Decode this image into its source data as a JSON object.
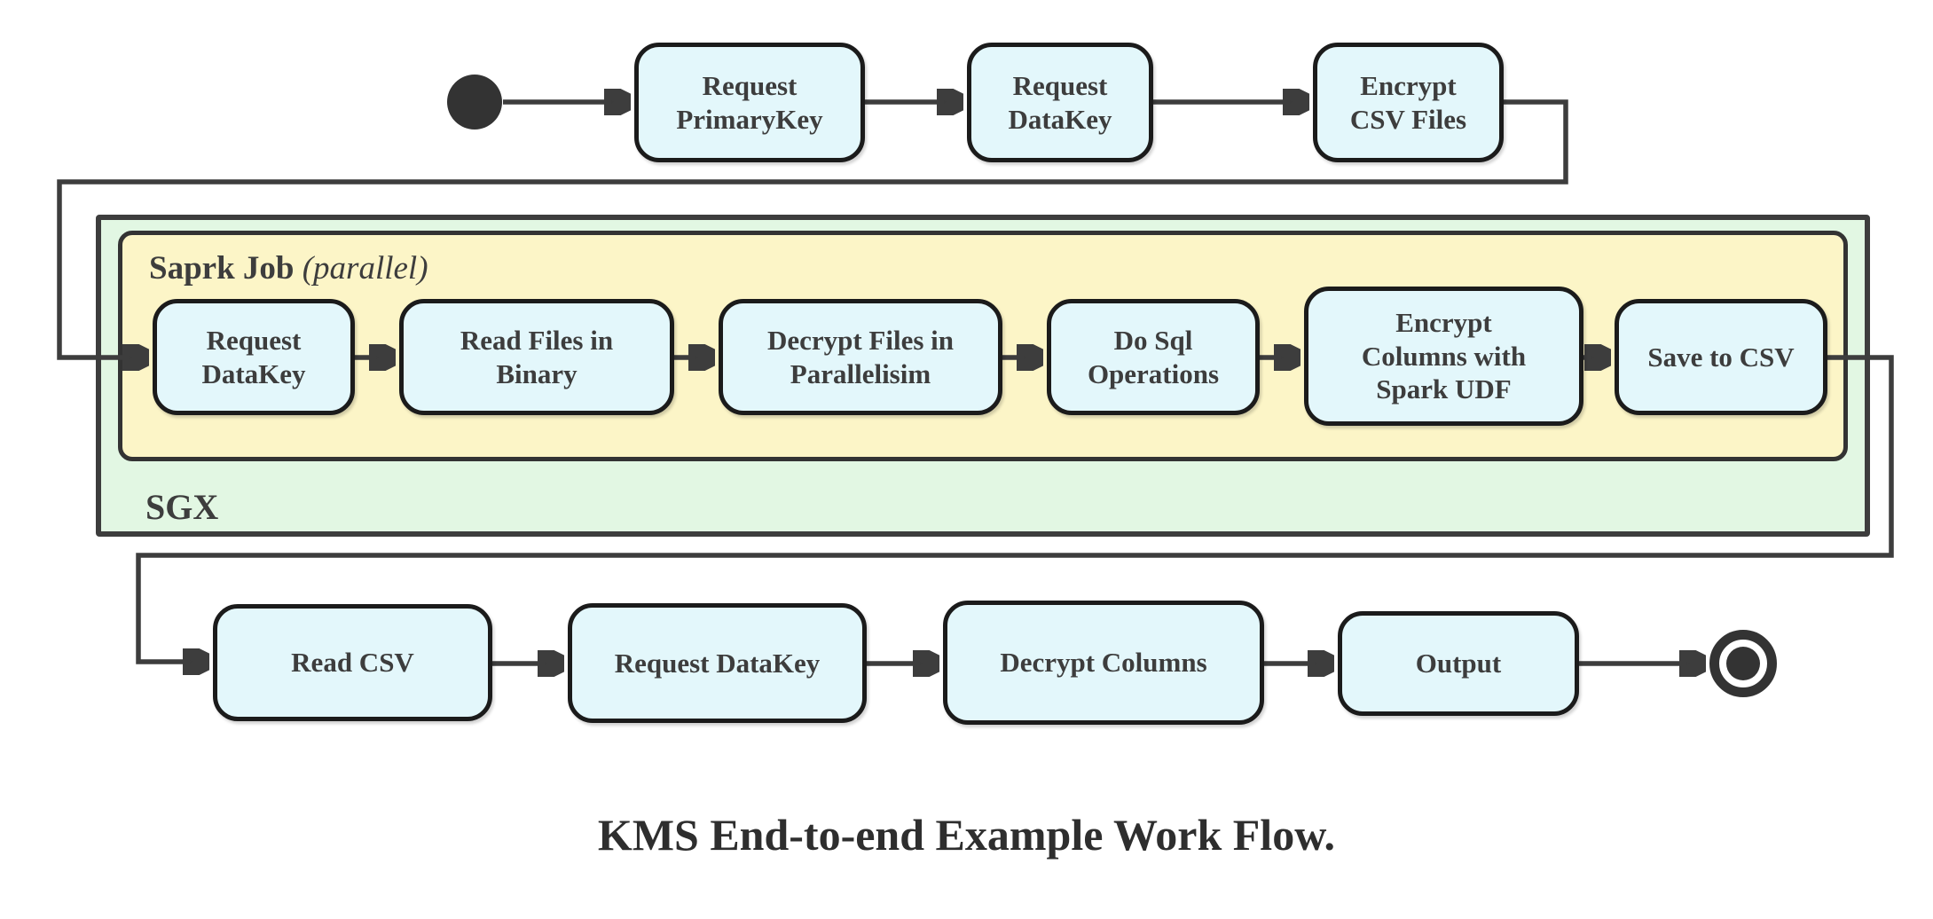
{
  "diagram": {
    "title": "KMS End-to-end Example Work Flow.",
    "containers": {
      "sgx_label": "SGX",
      "spark_job_label": "Saprk Job",
      "spark_job_mode": "(parallel)"
    },
    "nodes": {
      "request_primarykey": {
        "label": "Request\nPrimaryKey"
      },
      "request_datakey_top": {
        "label": "Request\nDataKey"
      },
      "encrypt_csv_files": {
        "label": "Encrypt\nCSV Files"
      },
      "request_datakey_mid": {
        "label": "Request\nDataKey"
      },
      "read_files_in_binary": {
        "label": "Read Files in\nBinary"
      },
      "decrypt_files_in_parallelisim": {
        "label": "Decrypt Files in\nParallelisim"
      },
      "do_sql_operations": {
        "label": "Do Sql\nOperations"
      },
      "encrypt_columns_with_spark_udf": {
        "label": "Encrypt\nColumns with\nSpark UDF"
      },
      "save_to_csv": {
        "label": "Save to CSV"
      },
      "read_csv": {
        "label": "Read CSV"
      },
      "request_datakey_bottom": {
        "label": "Request DataKey"
      },
      "decrypt_columns": {
        "label": "Decrypt Columns"
      },
      "output": {
        "label": "Output"
      }
    },
    "colors": {
      "node_fill": "#e3f7fb",
      "node_border": "#1b1b1b",
      "sgx_container_fill": "#e2f7e3",
      "spark_container_fill": "#fcf5c7",
      "connector": "#3d3d3d",
      "text": "#3d3d3d",
      "background": "#ffffff"
    }
  }
}
